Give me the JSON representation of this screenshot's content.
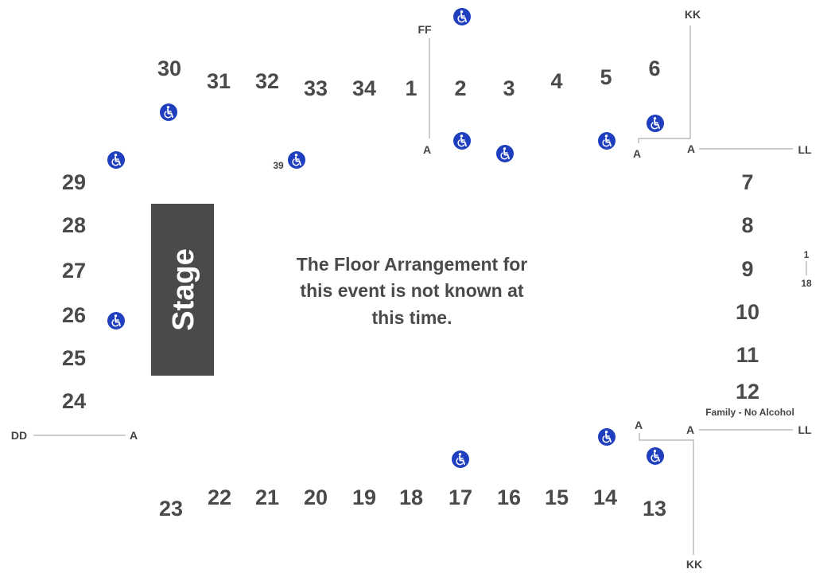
{
  "sections": {
    "s30": "30",
    "s31": "31",
    "s32": "32",
    "s33": "33",
    "s34": "34",
    "s1": "1",
    "s2": "2",
    "s3": "3",
    "s4": "4",
    "s5": "5",
    "s6": "6",
    "s7": "7",
    "s8": "8",
    "s9": "9",
    "s10": "10",
    "s11": "11",
    "s12": "12",
    "s13": "13",
    "s14": "14",
    "s15": "15",
    "s16": "16",
    "s17": "17",
    "s18": "18",
    "s19": "19",
    "s20": "20",
    "s21": "21",
    "s22": "22",
    "s23": "23",
    "s24": "24",
    "s25": "25",
    "s26": "26",
    "s27": "27",
    "s28": "28",
    "s29": "29"
  },
  "rows": {
    "ff": "FF",
    "kk_top": "KK",
    "kk_bottom": "KK",
    "ll_top": "LL",
    "ll_bottom": "LL",
    "dd": "DD",
    "a": "A"
  },
  "labels": {
    "stage": "Stage",
    "section_39": "39",
    "family_zone": "Family - No Alcohol",
    "side_range_start": "1",
    "side_range_end": "18",
    "floor_note_line1": "The Floor Arrangement for",
    "floor_note_line2": "this event is not known at",
    "floor_note_line3": "this time."
  },
  "colors": {
    "stage": "#4a4a4a",
    "accessible": "#1f3fbf",
    "text": "#4a4a4a"
  },
  "icons": {
    "accessible": "wheelchair-icon"
  }
}
